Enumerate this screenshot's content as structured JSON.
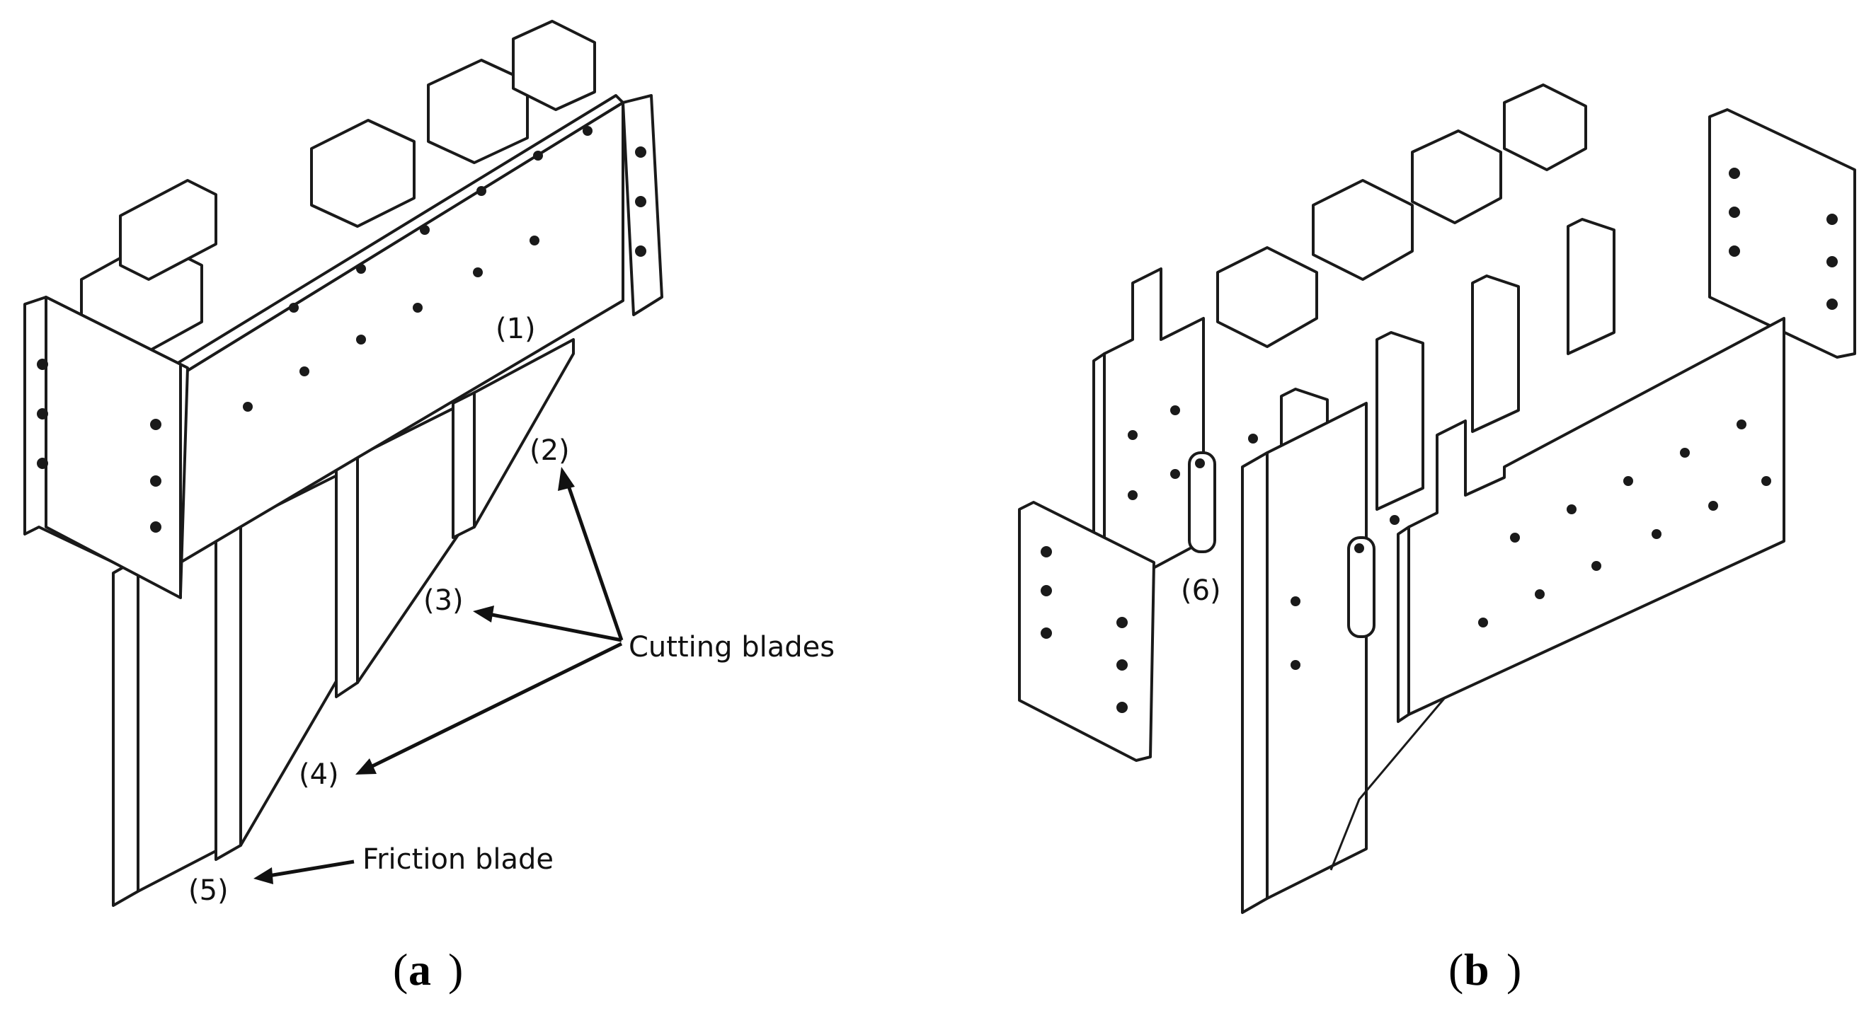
{
  "panel_a": {
    "labels": {
      "part1": "(1)",
      "part2": "(2)",
      "part3": "(3)",
      "part4": "(4)",
      "part5": "(5)",
      "cutting_blades": "Cutting blades",
      "friction_blade": "Friction blade"
    },
    "caption_letter": "a"
  },
  "panel_b": {
    "labels": {
      "part6": "(6)"
    },
    "caption_letter": "b"
  }
}
